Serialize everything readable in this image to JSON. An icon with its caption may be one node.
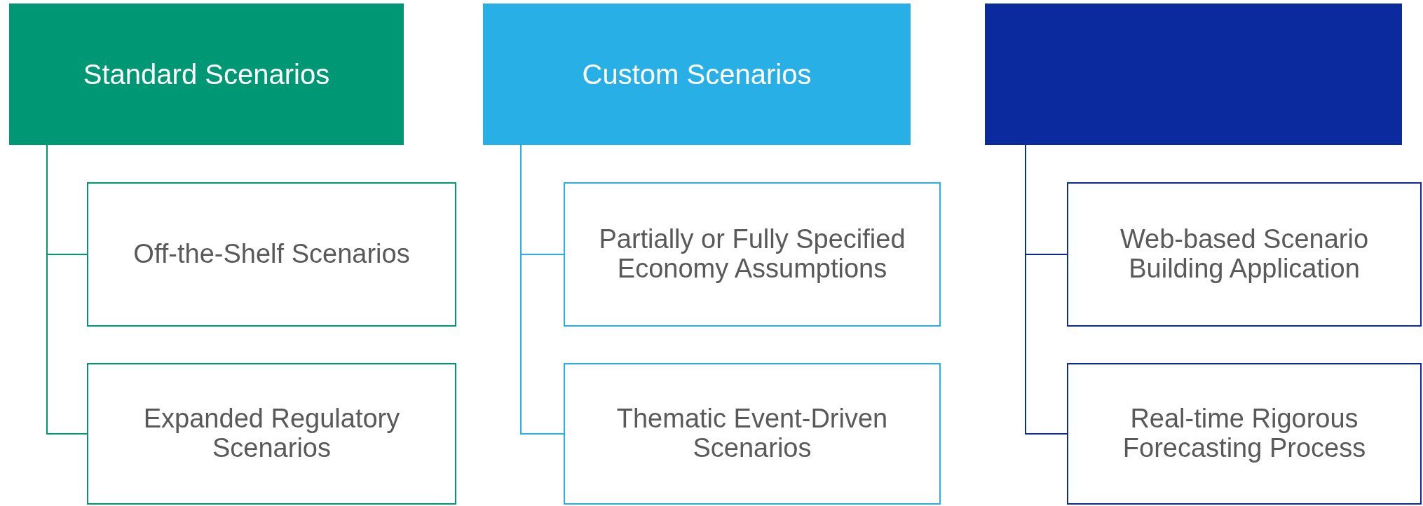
{
  "diagram": {
    "nodes": [
      {
        "text": [
          "Standard Scenarios"
        ]
      },
      {
        "text": [
          "Off-the-Shelf Scenarios"
        ]
      },
      {
        "text": [
          "Expanded Regulatory Scenarios"
        ]
      },
      {
        "text": [
          "Custom Scenarios"
        ]
      },
      {
        "text": [
          "Partially or Fully Specified Economy Assumptions"
        ]
      },
      {
        "text": [
          "Thematic Event-Driven Scenarios"
        ]
      },
      {
        "text": [],
        "shape": "box"
      },
      {
        "text": [
          "Web-based Scenario Building Application"
        ]
      },
      {
        "text": [
          "Real-time Rigorous Forecasting Process"
        ]
      }
    ],
    "edges": [
      {
        "from": 0,
        "to": 1,
        "arrow": "none",
        "color": "#009775"
      },
      {
        "from": 0,
        "to": 2,
        "arrow": "none",
        "color": "#009775"
      },
      {
        "from": 3,
        "to": 4,
        "arrow": "none",
        "color": "#28b0e6"
      },
      {
        "from": 3,
        "to": 5,
        "arrow": "none",
        "color": "#28b0e6"
      },
      {
        "from": 6,
        "to": 7,
        "arrow": "none",
        "color": "#0a2a9e"
      },
      {
        "from": 6,
        "to": 8,
        "arrow": "none",
        "color": "#0a2a9e"
      }
    ]
  }
}
